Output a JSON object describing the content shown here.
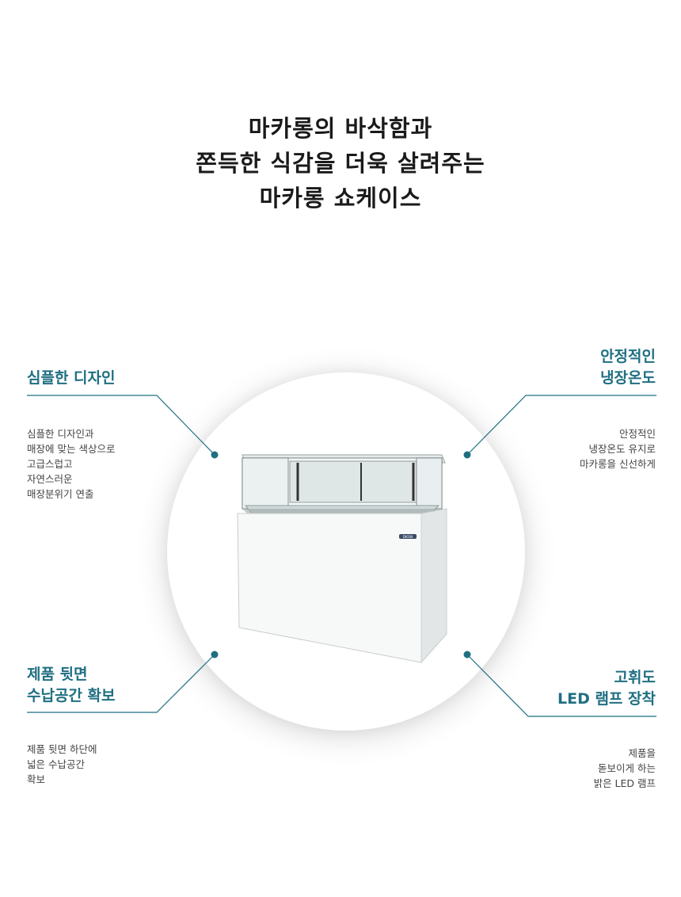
{
  "headline": {
    "line1": "마카롱의 바삭함과",
    "line2": "쫀득한 식감을 더욱 살려주는",
    "line3": "마카롱 쇼케이스"
  },
  "product": {
    "brand_badge": "DKSN"
  },
  "colors": {
    "accent": "#1f6f82",
    "text": "#1a1a1a"
  },
  "features": {
    "simple_design": {
      "title": [
        "심플한 디자인"
      ],
      "desc": [
        "심플한 디자인과",
        "매장에 맞는 색상으로",
        "고급스럽고",
        "자연스러운",
        "매장분위기 연출"
      ]
    },
    "stable_temp": {
      "title": [
        "안정적인",
        "냉장온도"
      ],
      "desc": [
        "안정적인",
        "냉장온도 유지로",
        "마카롱을 신선하게"
      ]
    },
    "rear_storage": {
      "title": [
        "제품 뒷면",
        "수납공간 확보"
      ],
      "desc": [
        "제품 뒷면 하단에",
        "넓은 수납공간",
        "확보"
      ]
    },
    "led_lamp": {
      "title": [
        "고휘도",
        "LED 램프 장착"
      ],
      "desc": [
        "제품을",
        "돋보이게 하는",
        "밝은 LED 램프"
      ]
    }
  }
}
